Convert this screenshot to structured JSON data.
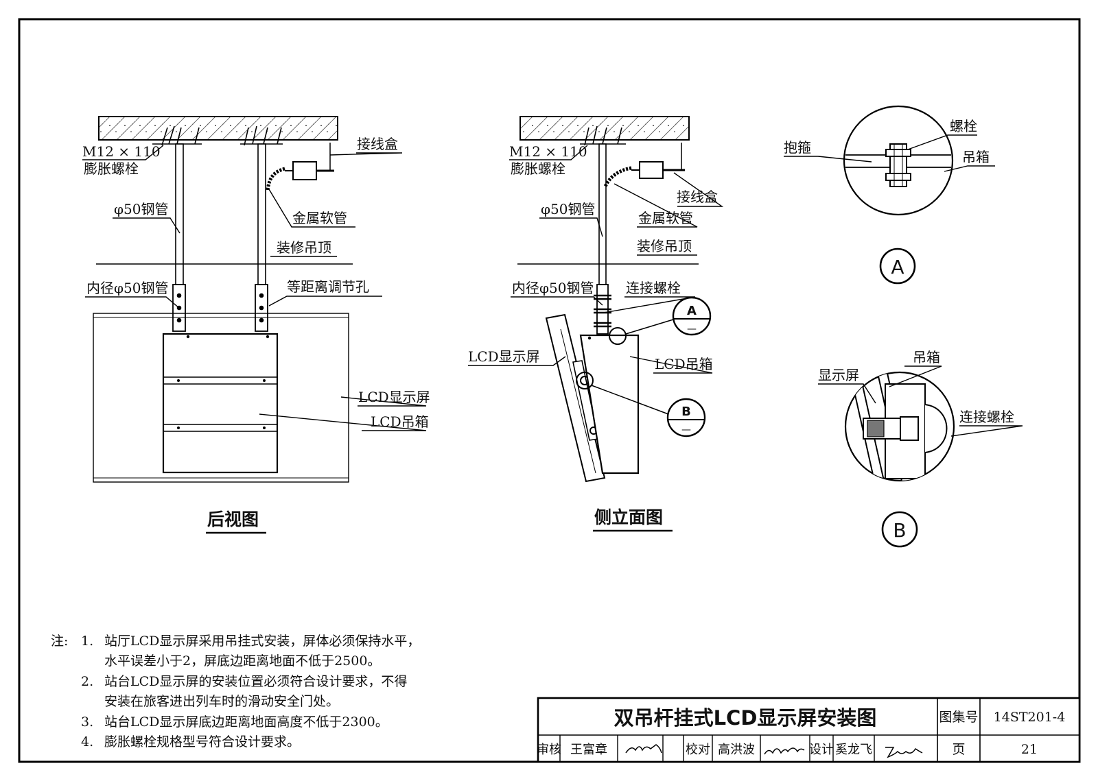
{
  "labels": {
    "bolt_spec_rear": "M12 × 110",
    "bolt_name_rear": "膨胀螺栓",
    "junction_box_rear": "接线盒",
    "pipe_rear": "φ50钢管",
    "hose_rear": "金属软管",
    "ceiling_rear": "装修吊顶",
    "inner_pipe_rear": "内径φ50钢管",
    "adjust_holes": "等距离调节孔",
    "lcd_screen_rear": "LCD显示屏",
    "lcd_box_rear": "LCD吊箱",
    "bolt_spec_side": "M12 × 110",
    "bolt_name_side": "膨胀螺栓",
    "junction_box_side": "接线盒",
    "pipe_side": "φ50钢管",
    "hose_side": "金属软管",
    "ceiling_side": "装修吊顶",
    "inner_pipe_side": "内径φ50钢管",
    "connect_bolt_side": "连接螺栓",
    "lcd_screen_side": "LCD显示屏",
    "lcd_box_side": "LCD吊箱",
    "detail_a_bolt": "螺栓",
    "detail_a_clamp": "抱箍",
    "detail_a_box": "吊箱",
    "detail_b_screen": "显示屏",
    "detail_b_box": "吊箱",
    "detail_b_bolt": "连接螺栓"
  },
  "callouts": {
    "a_letter": "A",
    "a_sub": "—",
    "b_letter": "B",
    "b_sub": "—",
    "detail_a_title": "A",
    "detail_b_title": "B"
  },
  "views": {
    "rear": "后视图",
    "side": "侧立面图"
  },
  "notes": {
    "prefix": "注:",
    "items": [
      {
        "num": "1.",
        "lines": [
          "站厅LCD显示屏采用吊挂式安装，屏体必须保持水平，",
          "水平误差小于2，屏底边距离地面不低于2500。"
        ]
      },
      {
        "num": "2.",
        "lines": [
          "站台LCD显示屏的安装位置必须符合设计要求，不得",
          "安装在旅客进出列车时的滑动安全门处。"
        ]
      },
      {
        "num": "3.",
        "lines": [
          "站台LCD显示屏底边距离地面高度不低于2300。"
        ]
      },
      {
        "num": "4.",
        "lines": [
          "膨胀螺栓规格型号符合设计要求。"
        ]
      }
    ]
  },
  "title_block": {
    "title": "双吊杆挂式LCD显示屏安装图",
    "atlas_label": "图集号",
    "atlas_no": "14ST201-4",
    "page_label": "页",
    "page_no": "21",
    "review_label": "审核",
    "review_name": "王富章",
    "check_label": "校对",
    "check_name": "高洪波",
    "design_label": "设计",
    "design_name": "奚龙飞"
  }
}
